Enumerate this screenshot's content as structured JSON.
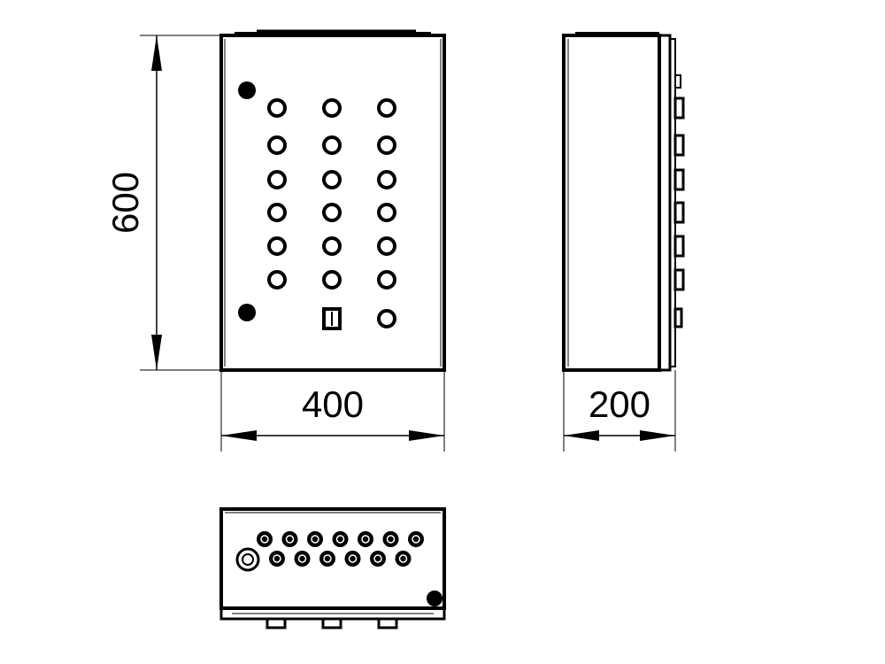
{
  "dimensions": {
    "height": "600",
    "width": "400",
    "depth": "200"
  },
  "front_view": {
    "hole_rows": 6,
    "hole_columns": 3
  },
  "bottom_view": {
    "gland_upper_row_count": 7,
    "gland_lower_row_count": 6
  },
  "colors": {
    "line": "#000000",
    "background": "#ffffff"
  }
}
